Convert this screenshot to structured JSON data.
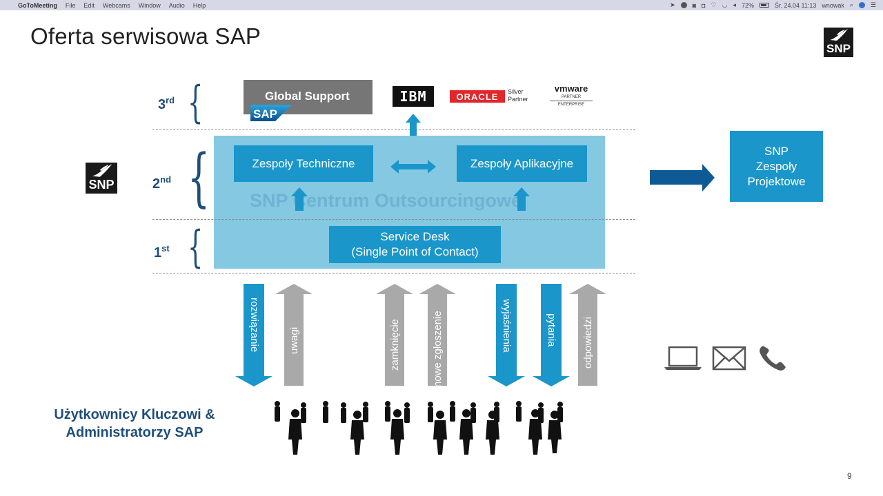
{
  "menubar": {
    "apple": "",
    "app_name": "GoToMeeting",
    "items": [
      "File",
      "Edit",
      "Webcams",
      "Window",
      "Audio",
      "Help"
    ],
    "battery": "72%",
    "datetime": "Śr. 24.04  11:13",
    "user": "wnowak"
  },
  "slide": {
    "title": "Oferta serwisowa SAP",
    "page_number": "9",
    "logo_text": "SNP",
    "levels": {
      "third": {
        "num": "3",
        "suffix": "rd"
      },
      "second": {
        "num": "2",
        "suffix": "nd"
      },
      "first": {
        "num": "1",
        "suffix": "st"
      }
    },
    "global_support": "Global Support",
    "sap_badge": "SAP",
    "partners": {
      "ibm": "IBM",
      "oracle": "ORACLE",
      "oracle_partner_line1": "Silver",
      "oracle_partner_line2": "Partner",
      "vmware_name": "vmware",
      "vmware_partner": "PARTNER",
      "vmware_enterprise": "ENTERPRISE"
    },
    "center": {
      "watermark": "SNP Centrum Outsourcingowe",
      "tech_teams": "Zespoły Techniczne",
      "app_teams": "Zespoły Aplikacyjne",
      "service_desk_line1": "Service Desk",
      "service_desk_line2": "(Single Point of Contact)"
    },
    "project_teams": {
      "line1": "SNP",
      "line2": "Zespoły",
      "line3": "Projektowe"
    },
    "flow_arrows": [
      {
        "label": "rozwiązanie",
        "direction": "down",
        "color": "#1a96cb"
      },
      {
        "label": "uwagi",
        "direction": "up",
        "color": "#a9a9a9"
      },
      {
        "label": "zamknięcie",
        "direction": "up",
        "color": "#a9a9a9"
      },
      {
        "label": "nowe zgłoszenie",
        "direction": "up",
        "color": "#a9a9a9"
      },
      {
        "label": "wyjaśnienia",
        "direction": "down",
        "color": "#1a96cb"
      },
      {
        "label": "pytania",
        "direction": "down",
        "color": "#1a96cb"
      },
      {
        "label": "odpowiedzi",
        "direction": "up",
        "color": "#a9a9a9"
      }
    ],
    "users_line1": "Użytkownicy Kluczowi &",
    "users_line2": "Administratorzy SAP",
    "contact_icons": [
      "laptop-icon",
      "mail-icon",
      "phone-icon"
    ]
  },
  "colors": {
    "accent_blue": "#1a96cb",
    "center_box": "#85c8e2",
    "dark_blue_text": "#1f4e79",
    "gray_arrow": "#a9a9a9",
    "project_arrow": "#0e5a96"
  }
}
